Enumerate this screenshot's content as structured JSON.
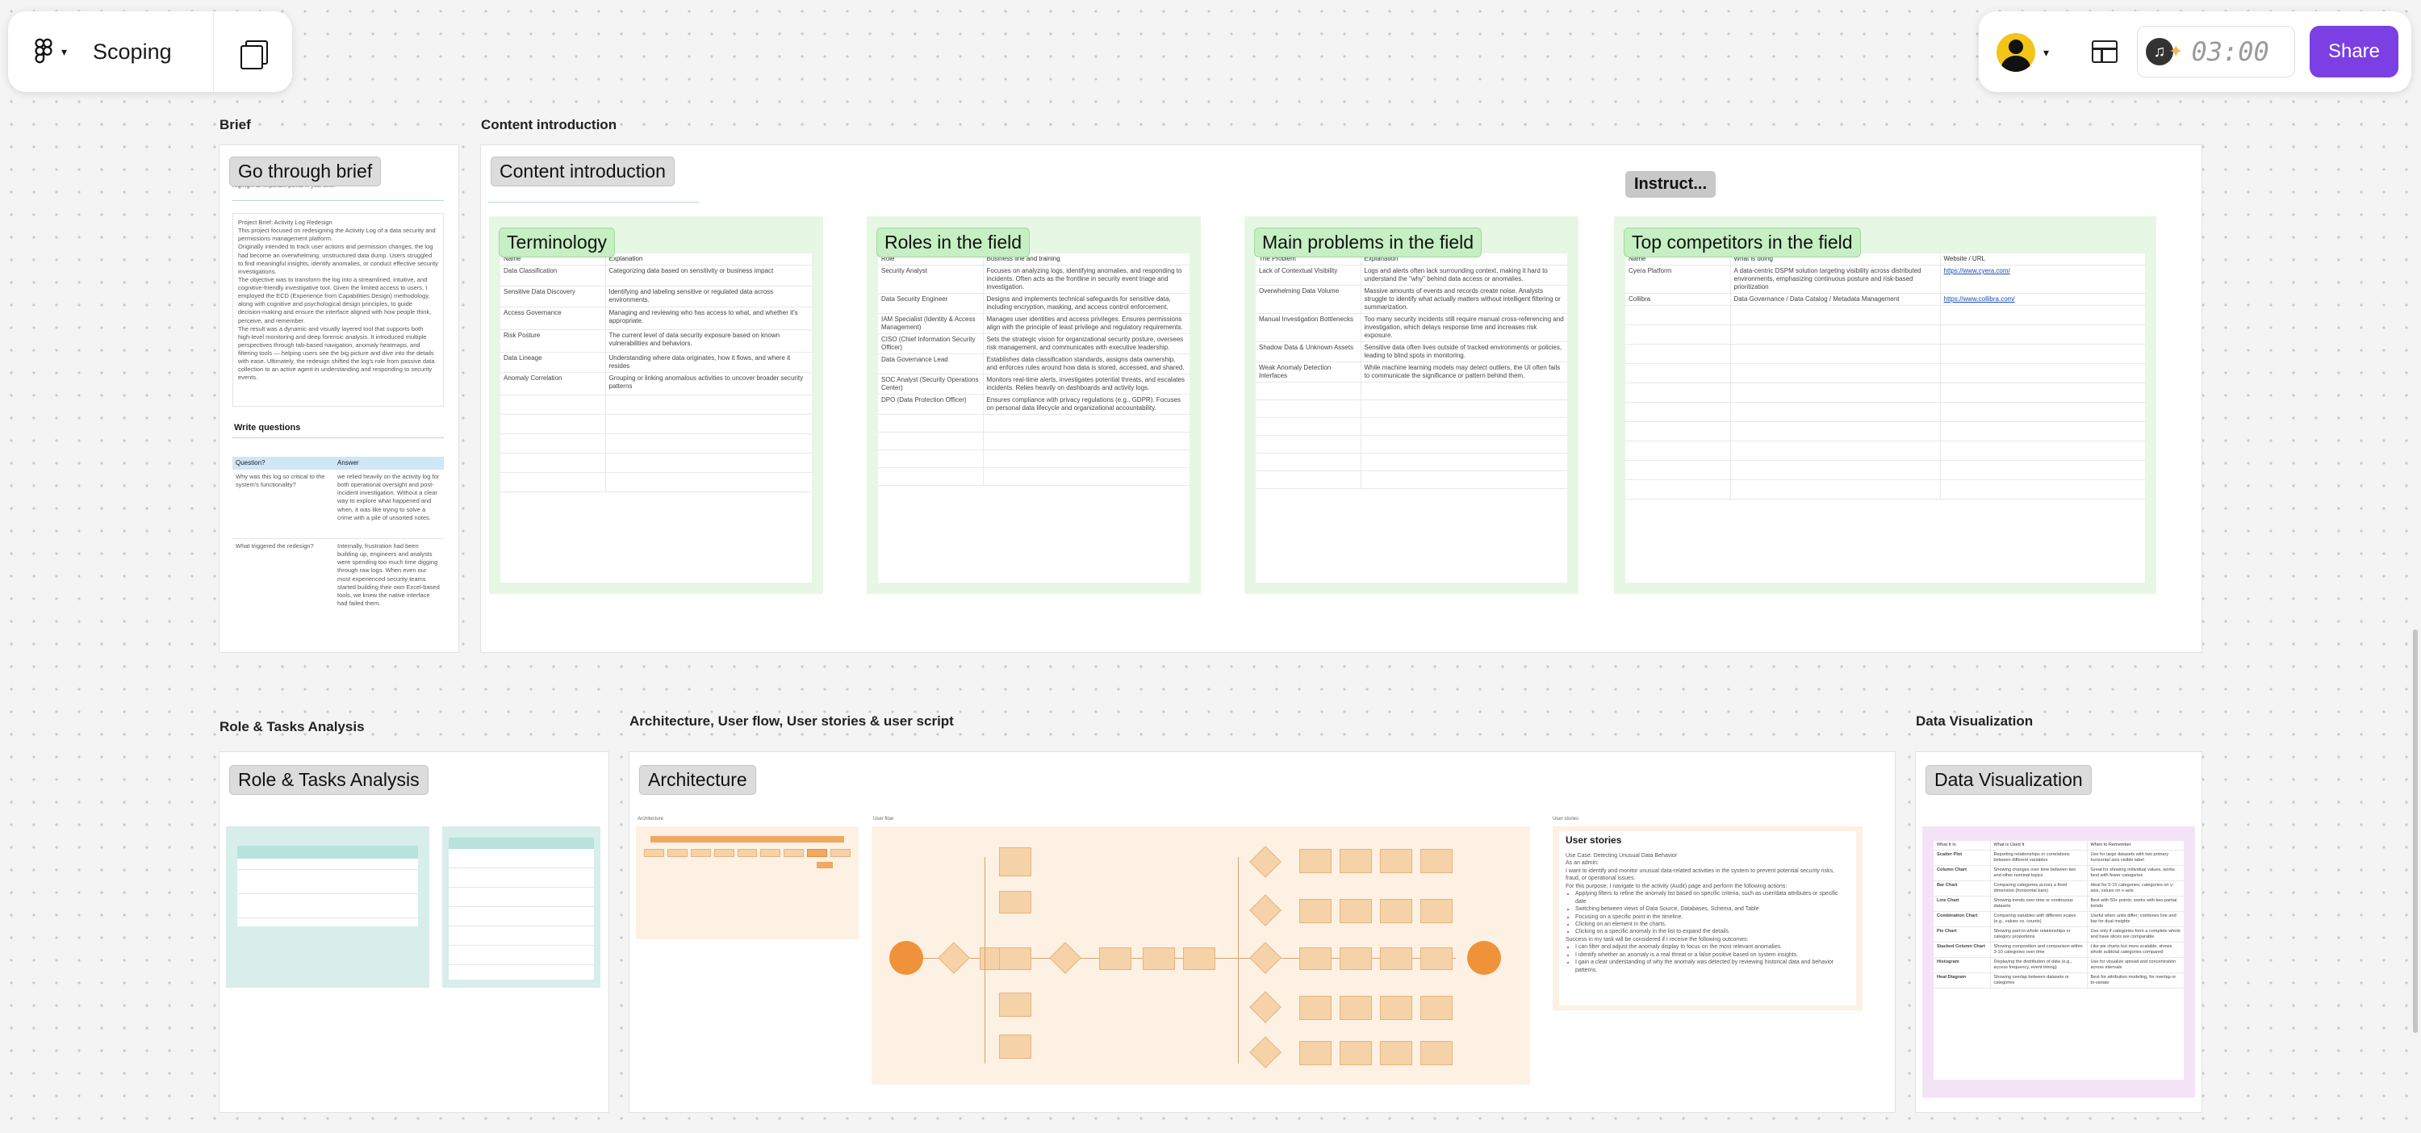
{
  "topbar": {
    "file_name": "Scoping",
    "share_label": "Share",
    "timer": "03:00",
    "accent_color": "#7b3fe4"
  },
  "sections": {
    "brief": "Brief",
    "content": "Content introduction",
    "roles": "Role & Tasks Analysis",
    "arch": "Architecture, User flow, User stories & user script",
    "dataviz": "Data Visualization"
  },
  "labels": {
    "brief": "Go through brief",
    "content": "Content introduction",
    "instruct": "Instruct...",
    "terminology": "Terminology",
    "roles_field": "Roles in the field",
    "problems": "Main problems in the field",
    "competitors": "Top competitors in the field",
    "roles_tasks": "Role & Tasks Analysis",
    "architecture": "Architecture",
    "dataviz": "Data Visualization"
  },
  "brief": {
    "subtitle": "Highlight all important points in your brief",
    "text": [
      "Project Brief: Activity Log Redesign",
      "This project focused on redesigning the Activity Log of a data security and permissions management platform.",
      "Originally intended to track user actions and permission changes, the log had become an overwhelming, unstructured data dump. Users struggled to find meaningful insights, identify anomalies, or conduct effective security investigations.",
      "The objective was to transform the log into a streamlined, intuitive, and cognitive-friendly investigative tool. Given the limited access to users, I employed the ECD (Experience from Capabilities Design) methodology, along with cognitive and psychological design principles, to guide decision-making and ensure the interface aligned with how people think, perceive, and remember.",
      "The result was a dynamic and visually layered tool that supports both high-level monitoring and deep forensic analysis. It introduced multiple perspectives through tab-based navigation, anomaly heatmaps, and filtering tools — helping users see the big picture and dive into the details with ease. Ultimately, the redesign shifted the log's role from passive data collection to an active agent in understanding and responding to security events."
    ],
    "questions_title": "Write questions",
    "q_header": [
      "Question?",
      "Answer"
    ],
    "qa": [
      {
        "q": "Why was this log so critical to the system's functionality?",
        "a": "we relied heavily on the activity log for both operational oversight and post-incident investigation. Without a clear way to explore what happened and when, it was like trying to solve a crime with a pile of unsorted notes."
      },
      {
        "q": "What triggered the redesign?",
        "a": "Internally, frustration had been building up, engineers and analysts were spending too much time digging through raw logs. When even our most experienced security teams started building their own Excel-based tools, we knew the native interface had failed them."
      }
    ]
  },
  "terminology": {
    "headers": [
      "Name",
      "Explanation"
    ],
    "rows": [
      [
        "Data Classification",
        "Categorizing data based on sensitivity or business impact"
      ],
      [
        "Sensitive Data Discovery",
        "Identifying and labeling sensitive or regulated data across environments."
      ],
      [
        "Access Governance",
        "Managing and reviewing who has access to what, and whether it's appropriate."
      ],
      [
        "Risk Posture",
        "The current level of data security exposure based on known vulnerabilities and behaviors."
      ],
      [
        "Data Lineage",
        "Understanding where data originates, how it flows, and where it resides"
      ],
      [
        "Anomaly Correlation",
        "Grouping or linking anomalous activities to uncover broader security patterns"
      ]
    ]
  },
  "roles_field": {
    "headers": [
      "Role",
      "Business line and training"
    ],
    "rows": [
      [
        "Security Analyst",
        "Focuses on analyzing logs, identifying anomalies, and responding to incidents. Often acts as the frontline in security event triage and investigation."
      ],
      [
        "Data Security Engineer",
        "Designs and implements technical safeguards for sensitive data, including encryption, masking, and access control enforcement."
      ],
      [
        "IAM Specialist (Identity & Access Management)",
        "Manages user identities and access privileges. Ensures permissions align with the principle of least privilege and regulatory requirements."
      ],
      [
        "CISO (Chief Information Security Officer)",
        "Sets the strategic vision for organizational security posture, oversees risk management, and communicates with executive leadership."
      ],
      [
        "Data Governance Lead",
        "Establishes data classification standards, assigns data ownership, and enforces rules around how data is stored, accessed, and shared."
      ],
      [
        "SOC Analyst (Security Operations Center)",
        "Monitors real-time alerts, investigates potential threats, and escalates incidents. Relies heavily on dashboards and activity logs."
      ],
      [
        "DPO (Data Protection Officer)",
        "Ensures compliance with privacy regulations (e.g., GDPR). Focuses on personal data lifecycle and organizational accountability."
      ]
    ]
  },
  "problems": {
    "headers": [
      "The Problem",
      "Explanation"
    ],
    "rows": [
      [
        "Lack of Contextual Visibility",
        "Logs and alerts often lack surrounding context, making it hard to understand the \"why\" behind data access or anomalies."
      ],
      [
        "Overwhelming Data Volume",
        "Massive amounts of events and records create noise. Analysts struggle to identify what actually matters without intelligent filtering or summarization."
      ],
      [
        "Manual Investigation Bottlenecks",
        "Too many security incidents still require manual cross-referencing and investigation, which delays response time and increases risk exposure."
      ],
      [
        "Shadow Data & Unknown Assets",
        "Sensitive data often lives outside of tracked environments or policies, leading to blind spots in monitoring."
      ],
      [
        "Weak Anomaly Detection Interfaces",
        "While machine learning models may detect outliers, the UI often fails to communicate the significance or pattern behind them."
      ]
    ]
  },
  "competitors": {
    "headers": [
      "Name",
      "What is doing",
      "Website / URL"
    ],
    "rows": [
      [
        "Cyera Platform",
        "A data-centric DSPM solution targeting visibility across distributed environments, emphasizing continuous posture and risk-based prioritization",
        "https://www.cyera.com/"
      ],
      [
        "Collibra",
        "Data Governance / Data Catalog / Metadata Management",
        "https://www.collibra.com/"
      ]
    ]
  },
  "arch": {
    "architecture_title": "Architecture",
    "user_flow_title": "User flow",
    "user_stories_caption": "User stories",
    "user_stories_heading": "User stories",
    "story_lines": [
      "Use Case: Detecting Unusual Data Behavior",
      "As an admin:",
      "I want to identify and monitor unusual data-related activities in the system to prevent potential security risks, fraud, or operational issues.",
      "For this purpose, I navigate to the activity (Audit) page and perform the following actions:"
    ],
    "story_bullets": [
      "Applying filters to refine the anomaly list based on specific criteria, such as user/data attributes or specific date",
      "Switching between views of Data Source, Databases, Schema, and Table",
      "Focusing on a specific point in the timeline.",
      "Clicking on an element in the charts.",
      "Clicking on a specific anomaly in the list to expand the details."
    ],
    "success_line": "Success in my task will be considered if I receive the following outcomes:",
    "success_bullets": [
      "I can filter and adjust the anomaly display to focus on the most relevant anomalies.",
      "I identify whether an anomaly is a real threat or a false positive based on system insights.",
      "I gain a clear understanding of why the anomaly was detected by reviewing historical data and behavior patterns."
    ]
  },
  "dataviz": {
    "headers": [
      "What It Is",
      "What is Used It",
      "When to Remember"
    ],
    "rows": [
      [
        "Scatter Plot",
        "Reporting relationships or correlations between different variables",
        "Use for large datasets with two primary horizontal axis visible label"
      ],
      [
        "Column Chart",
        "Showing changes over time between two and other nominal topics",
        "Great for showing individual values, works best with fewer categories"
      ],
      [
        "Bar Chart",
        "Comparing categories across a fixed dimension (horizontal bars)",
        "Ideal for 5-15 categories; categories on y-axis, values on x-axis"
      ],
      [
        "Line Chart",
        "Showing trends over time or continuous datasets",
        "Best with 50+ points; works with two-partial trends"
      ],
      [
        "Combination Chart",
        "Comparing variables with different scales (e.g., values vs. counts)",
        "Useful when units differ; combines line and bar for dual insights"
      ],
      [
        "Pie Chart",
        "Showing part-to-whole relationships or category proportions",
        "Use only if categories form a complete whole and have slices are comparable"
      ],
      [
        "Stacked Column Chart",
        "Showing composition and comparison within 3-10 categories over time",
        "Like pie charts but more scalable; shows whole subtotal categories compared"
      ],
      [
        "Histogram",
        "Displaying the distribution of data (e.g., access frequency, event timing)",
        "Use for visualize spread and concentration across intervals"
      ],
      [
        "Heat Diagram",
        "Showing overlap between datasets or categories",
        "Best for attribution modeling, for overlap or bi-variate"
      ]
    ]
  }
}
